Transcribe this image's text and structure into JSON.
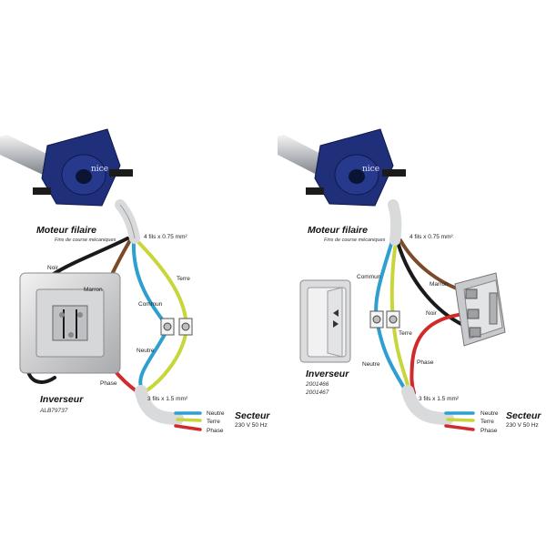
{
  "brand_logo": "nice",
  "panels": [
    {
      "motor_title": "Moteur filaire",
      "motor_subtitle": "Fins de course mécaniques",
      "cable_top": "4 fils x 0.75 mm²",
      "wires": {
        "noir": "Noir",
        "marron": "Marron",
        "commun": "Commun",
        "terre": "Terre",
        "neutre": "Neutre",
        "phase": "Phase"
      },
      "cable_bottom": "3 fils x 1.5 mm²",
      "mains_wires": [
        "Neutre",
        "Terre",
        "Phase"
      ],
      "mains_title": "Secteur",
      "mains_spec": "230 V 50 Hz",
      "switch_title": "Inverseur",
      "switch_refs": [
        "ALB79737"
      ]
    },
    {
      "motor_title": "Moteur filaire",
      "motor_subtitle": "Fins de course mécaniques",
      "cable_top": "4 fils x 0.75 mm²",
      "wires": {
        "noir": "Noir",
        "marron": "Marron",
        "commun": "Commun",
        "terre": "Terre",
        "neutre": "Neutre",
        "phase": "Phase"
      },
      "cable_bottom": "3 fils x 1.5 mm²",
      "mains_wires": [
        "Neutre",
        "Terre",
        "Phase"
      ],
      "mains_title": "Secteur",
      "mains_spec": "230 V 50 Hz",
      "switch_title": "Inverseur",
      "switch_refs": [
        "2001466",
        "2001467"
      ]
    }
  ],
  "colors": {
    "black": "#1a1a1a",
    "brown": "#7a4a2a",
    "blue": "#2f9fd0",
    "yellow_green": "#c8d63a",
    "red": "#d02a2a",
    "gray_cable": "#d9dadc",
    "motor_blue": "#1f2f7a"
  }
}
